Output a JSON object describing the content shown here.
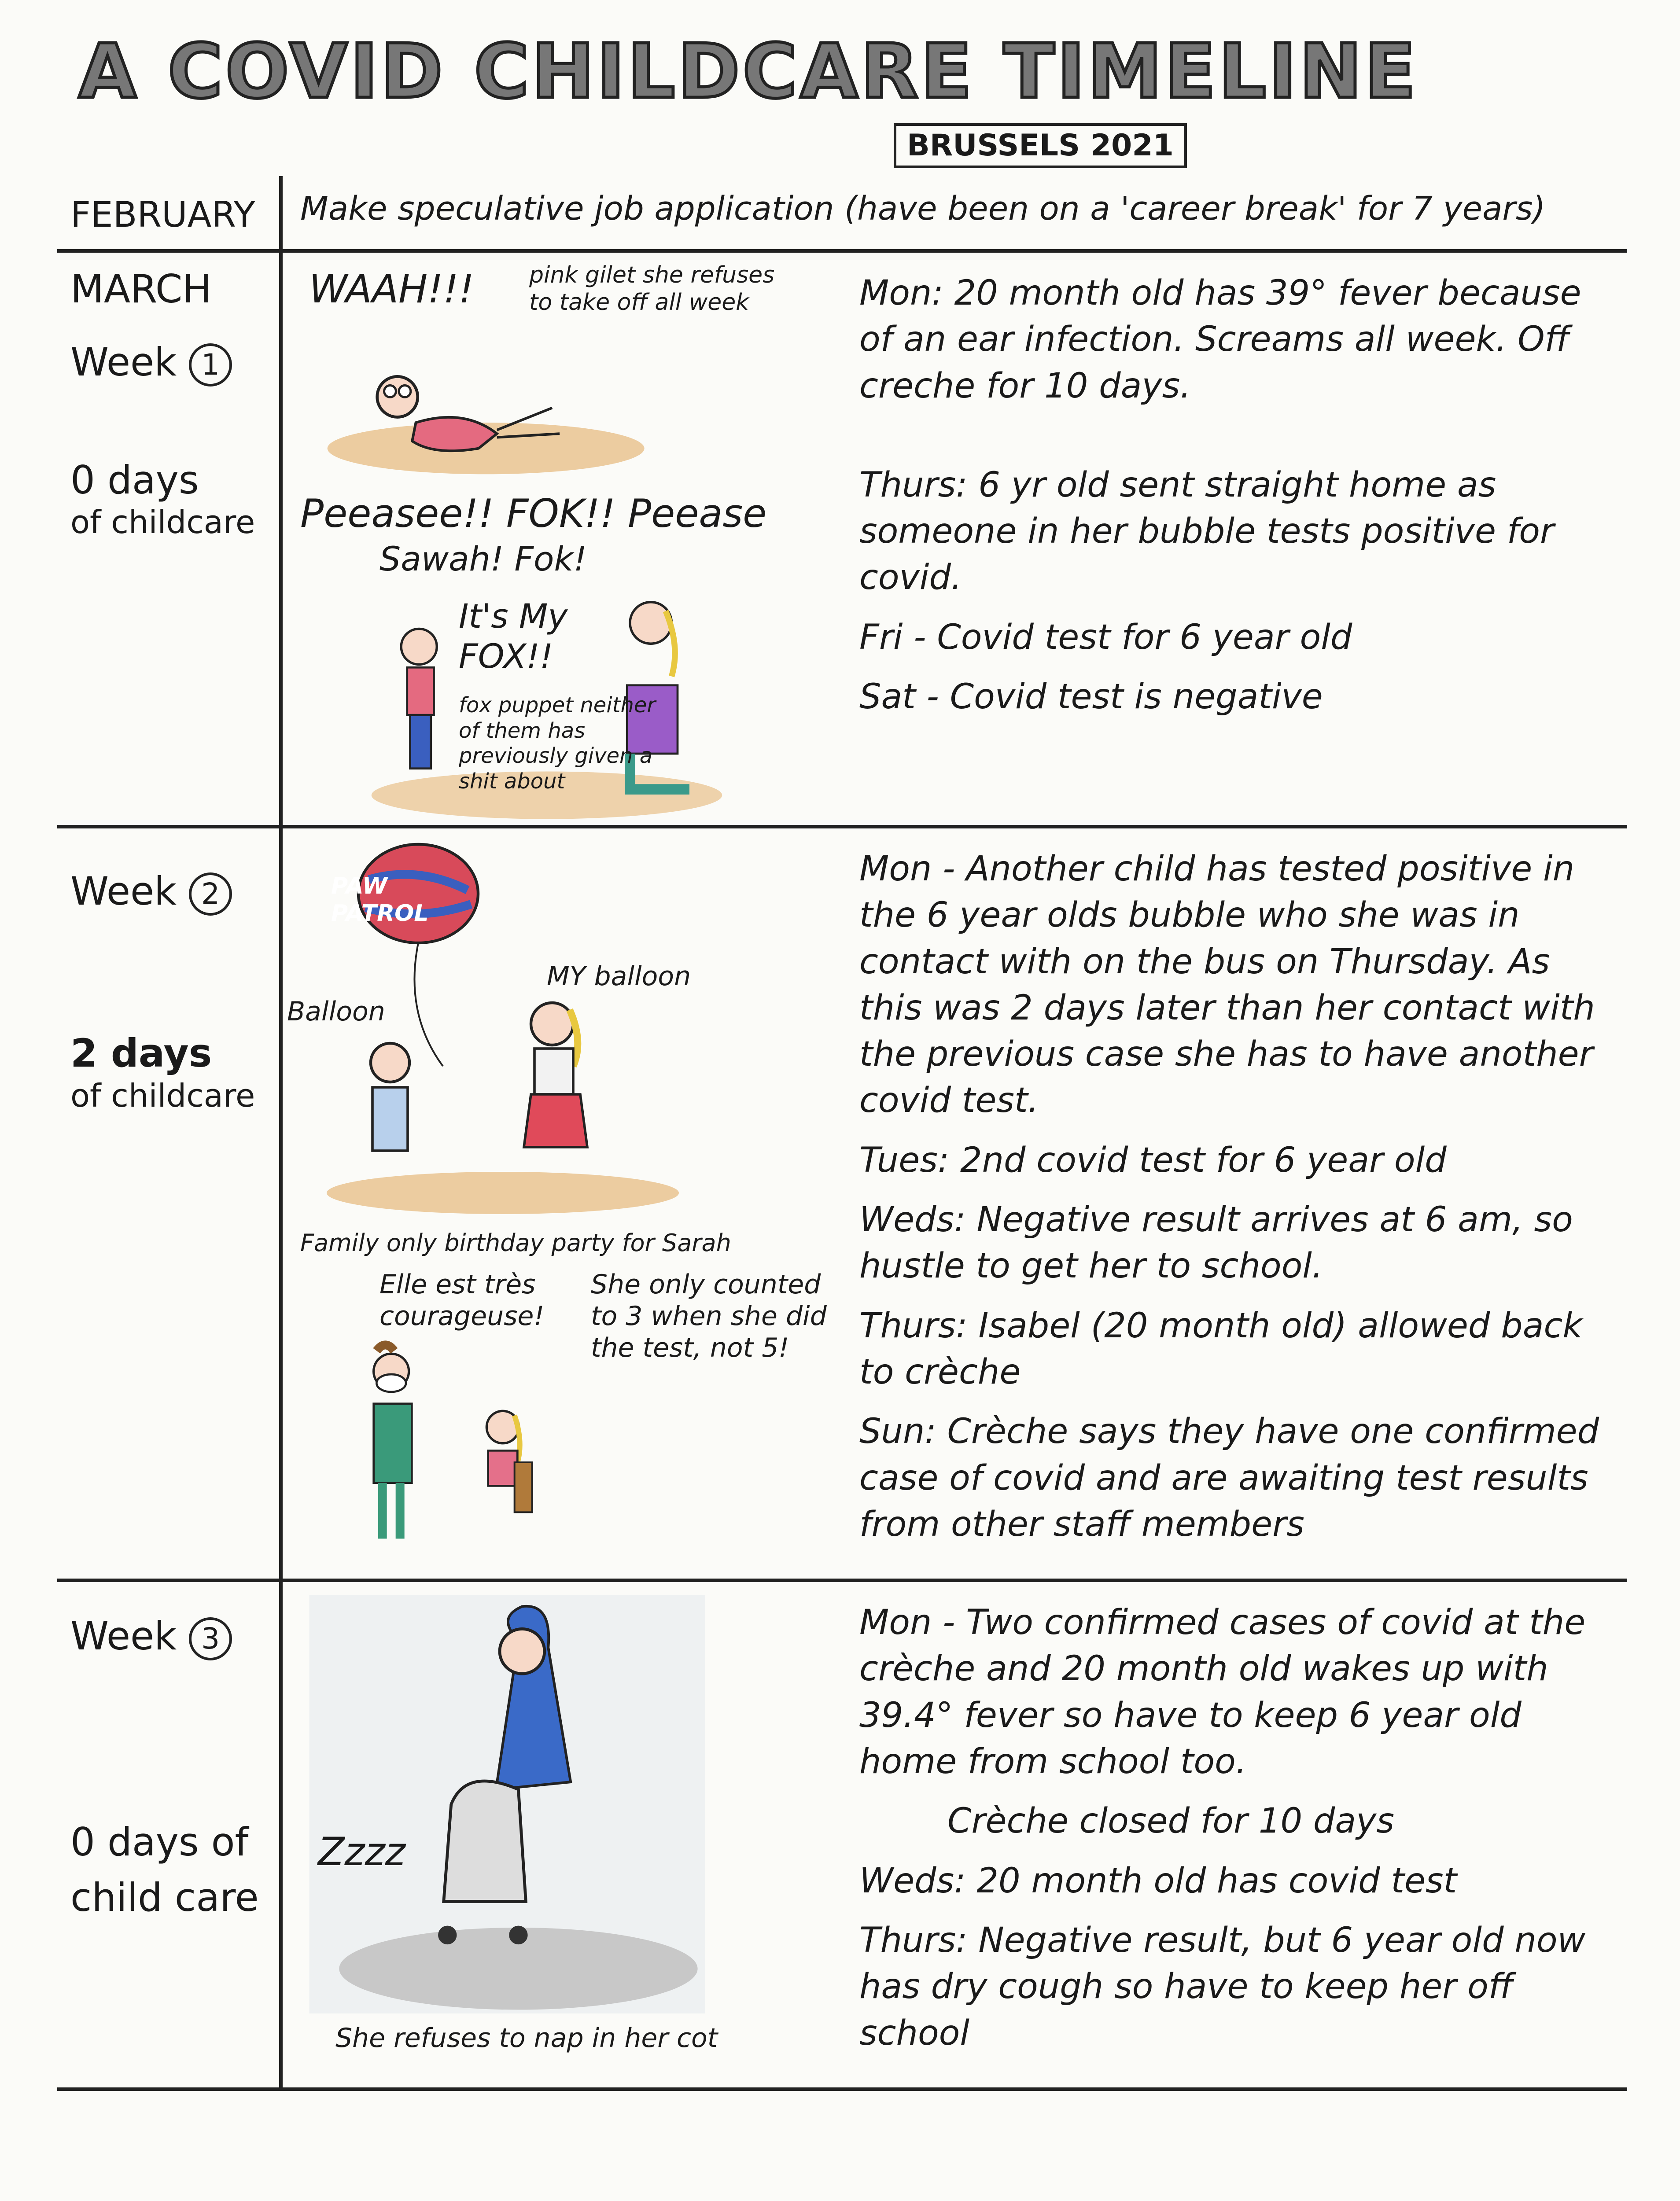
{
  "header": {
    "title": "A COVID CHILDCARE TIMELINE",
    "subtitle": "BRUSSELS 2021"
  },
  "february": {
    "month": "FEBRUARY",
    "text": "Make speculative job application (have been on a 'career break' for 7 years)"
  },
  "weeks": [
    {
      "month": "MARCH",
      "week_label": "Week",
      "week_num": "1",
      "days": "0 days",
      "childcare": "of childcare",
      "entries": [
        {
          "day": "Mon:",
          "text": "20 month old has 39° fever because of an ear infection. Screams all week. Off creche for 10 days."
        },
        {
          "day": "Thurs:",
          "text": "6 yr old sent straight home as someone in her bubble tests positive for covid."
        },
        {
          "day": "Fri -",
          "text": "Covid test for 6 year old"
        },
        {
          "day": "Sat -",
          "text": "Covid test is negative"
        }
      ],
      "captions": {
        "cry": "WAAH!!!",
        "gilet": "pink gilet she refuses to take off all week",
        "plea": "Peeasee!! FOK!! Peease",
        "plea2": "Sawah! Fok!",
        "mine": "It's My FOX!!",
        "puppet": "fox puppet neither of them has previously given a shit about"
      }
    },
    {
      "week_label": "Week",
      "week_num": "2",
      "days": "2 days",
      "childcare": "of childcare",
      "entries": [
        {
          "day": "Mon -",
          "text": "Another child has tested positive in the 6 year olds bubble who she was in contact with on the bus on Thursday. As this was 2 days later than her contact with the previous case she has to have another covid test."
        },
        {
          "day": "Tues:",
          "text": "2nd covid test for 6 year old"
        },
        {
          "day": "Weds:",
          "text": "Negative result arrives at 6 am, so hustle to get her to school."
        },
        {
          "day": "Thurs:",
          "text": "Isabel (20 month old) allowed back to crèche"
        },
        {
          "day": "Sun:",
          "text": "Crèche says they have one confirmed case of covid and are awaiting test results from other staff members"
        }
      ],
      "captions": {
        "balloon_text": "PAW PATROL",
        "balloon": "Balloon",
        "my_balloon": "MY balloon",
        "party": "Family only birthday party for Sarah",
        "brave": "Elle est très courageuse!",
        "counted": "She only counted to 3 when she did the test, not 5!"
      }
    },
    {
      "week_label": "Week",
      "week_num": "3",
      "days": "0 days of",
      "childcare": "child care",
      "entries": [
        {
          "day": "Mon -",
          "text": "Two confirmed cases of covid at the crèche and 20 month old wakes up with 39.4° fever so have to keep 6 year old home from school too."
        },
        {
          "day": "",
          "text": "Crèche closed for 10 days"
        },
        {
          "day": "Weds:",
          "text": "20 month old has covid test"
        },
        {
          "day": "Thurs:",
          "text": "Negative result, but 6 year old now has dry cough so have to keep her off school"
        }
      ],
      "captions": {
        "sleep": "Zzzz",
        "nap": "She refuses to nap in her cot"
      }
    }
  ]
}
